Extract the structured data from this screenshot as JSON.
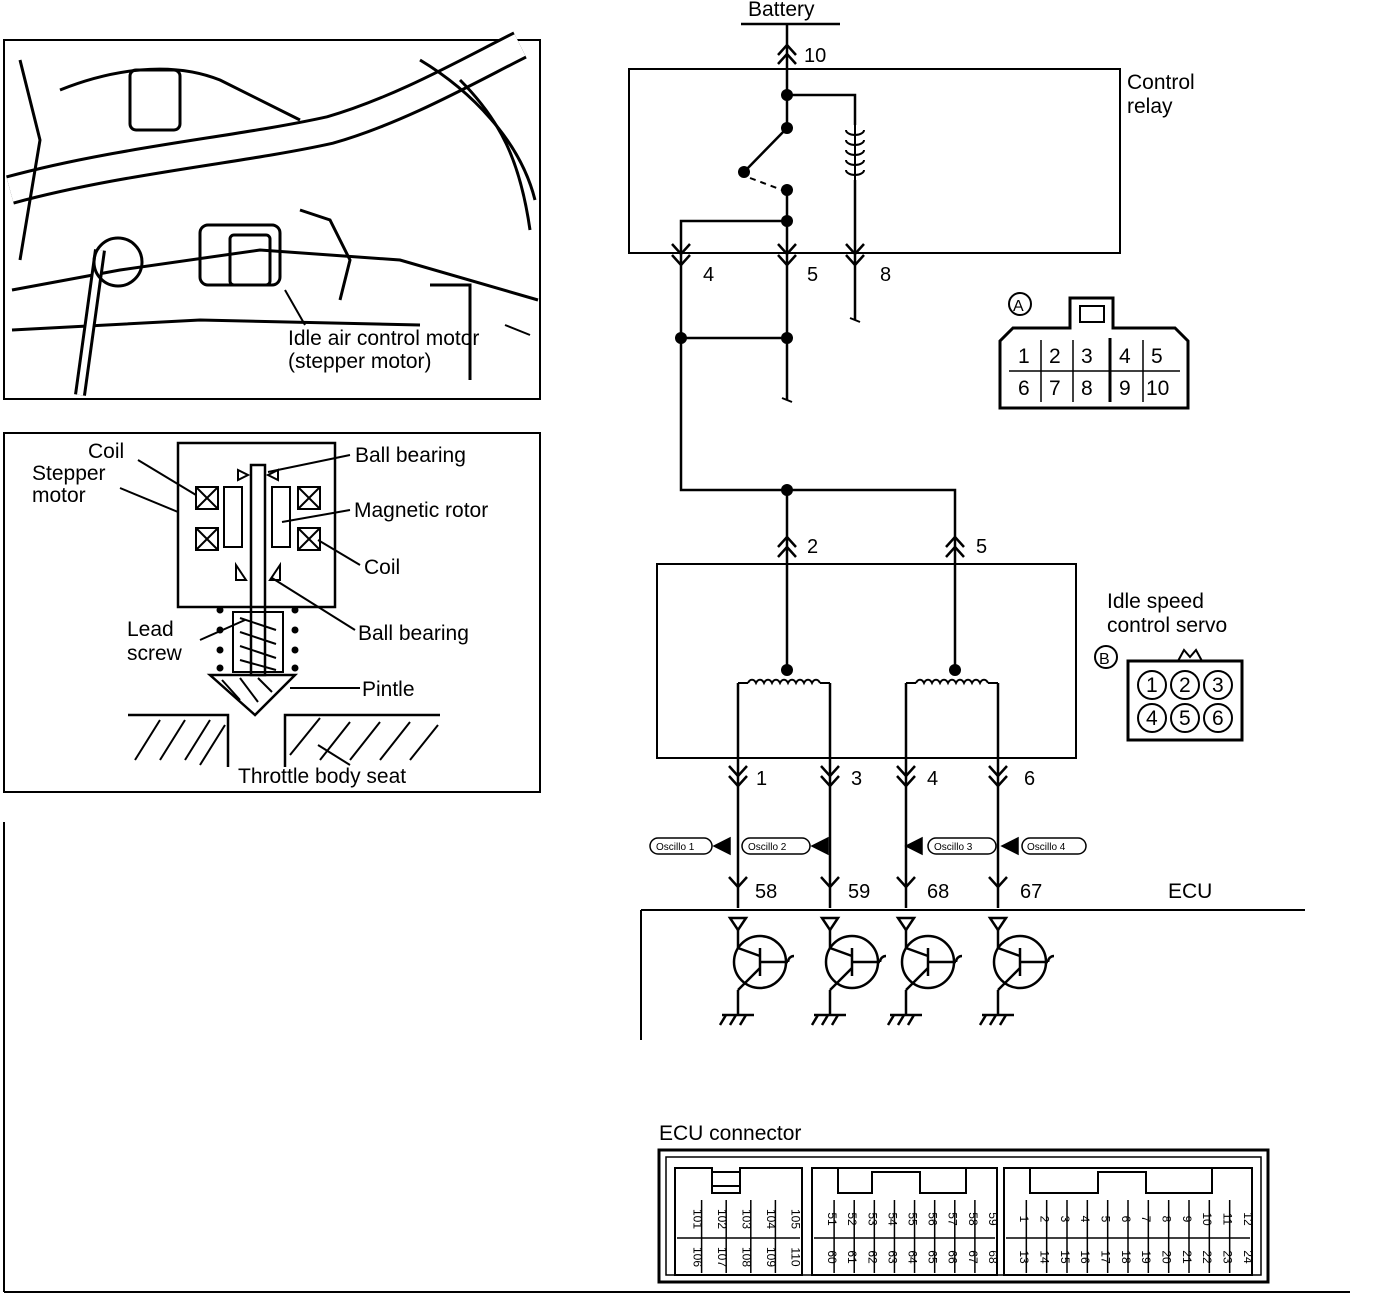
{
  "photo": {
    "label_line1": "Idle air control motor",
    "label_line2": "(stepper motor)"
  },
  "cutaway": {
    "coil_top": "Coil",
    "stepper_line1": "Stepper",
    "stepper_line2": "motor",
    "ball_bearing_top": "Ball  bearing",
    "magnetic_rotor": "Magnetic  rotor",
    "coil_right": "Coil",
    "lead_line1": "Lead",
    "lead_line2": "screw",
    "ball_bearing_bottom": "Ball  bearing",
    "pintle": "Pintle",
    "throttle_seat": "Throttle  body  seat"
  },
  "circuit": {
    "battery": "Battery",
    "relay_line1": "Control",
    "relay_line2": "relay",
    "relay_pins": {
      "p10": "10",
      "p4": "4",
      "p5": "5",
      "p8": "8"
    },
    "servo_line1": "Idle  speed",
    "servo_line2": "control  servo",
    "servo_pins": {
      "p2": "2",
      "p5": "5",
      "p1": "1",
      "p3": "3",
      "p4": "4",
      "p6": "6"
    },
    "oscillo": [
      "Oscillo 1",
      "Oscillo 2",
      "Oscillo 3",
      "Oscillo 4"
    ],
    "ecu_terminals": [
      "58",
      "59",
      "68",
      "67"
    ],
    "ecu_label": "ECU"
  },
  "connector_a": {
    "badge": "A",
    "top_row": [
      "1",
      "2",
      "3",
      "4",
      "5"
    ],
    "bottom_row": [
      "6",
      "7",
      "8",
      "9",
      "10"
    ]
  },
  "connector_b": {
    "badge": "B",
    "top_row": [
      "1",
      "2",
      "3"
    ],
    "bottom_row": [
      "4",
      "5",
      "6"
    ]
  },
  "ecu_connector": {
    "title": "ECU  connector",
    "left_top": [
      "101",
      "102",
      "103",
      "104",
      "105"
    ],
    "left_bottom": [
      "106",
      "107",
      "108",
      "109",
      "110"
    ],
    "mid_top": [
      "51",
      "52",
      "53",
      "54",
      "55",
      "56",
      "57",
      "58",
      "59"
    ],
    "mid_bottom": [
      "60",
      "61",
      "62",
      "63",
      "64",
      "65",
      "66",
      "67",
      "68"
    ],
    "right_top": [
      "1",
      "2",
      "3",
      "4",
      "5",
      "6",
      "7",
      "8",
      "9",
      "10",
      "11",
      "12"
    ],
    "right_bottom": [
      "13",
      "14",
      "15",
      "16",
      "17",
      "18",
      "19",
      "20",
      "21",
      "22",
      "23",
      "24"
    ]
  }
}
